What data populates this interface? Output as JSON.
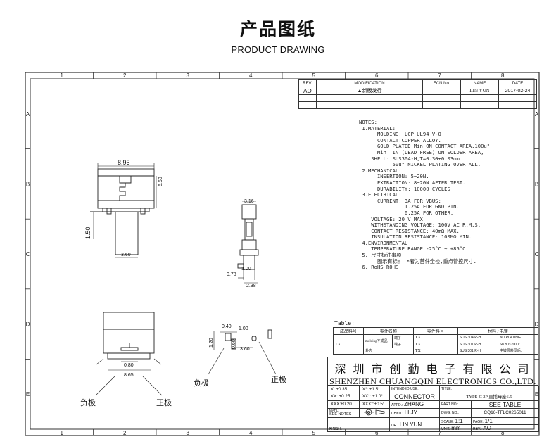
{
  "header": {
    "title_cn": "产品图纸",
    "title_en": "PRODUCT DRAWING"
  },
  "border": {
    "col_markers": [
      "1",
      "2",
      "3",
      "4",
      "5",
      "6",
      "7",
      "8"
    ],
    "row_markers": [
      "A",
      "B",
      "C",
      "D",
      "E"
    ]
  },
  "revision": {
    "headers": [
      "REV.",
      "MODIFICATION",
      "ECN No.",
      "NAME",
      "DATE"
    ],
    "rows": [
      [
        "AO",
        "▲新版发行",
        "",
        "LIN YUN",
        "2017-02-24"
      ]
    ]
  },
  "dims": {
    "top_width": "8.95",
    "top_height": "6.50",
    "left_150": "1.50",
    "top_360": "3.60",
    "side_316": "3.16",
    "side_078": "0.78",
    "side_100": "1.00",
    "side_238": "2.38",
    "bottom_080": "0.80",
    "bottom_865": "8.65",
    "pad_040": "0.40",
    "pad_100": "1.00",
    "pad_120": "1.20",
    "pad_060": "0.60",
    "pad_360": "3.60"
  },
  "labels": {
    "neg_left": "负极",
    "pos_left": "正极",
    "neg_right": "负极",
    "pos_right": "正极"
  },
  "notes": [
    "NOTES:",
    " 1.MATERIAL:",
    "      MOLDING: LCP UL94 V-0",
    "      CONTACT:COPPER ALLOY.",
    "      GOLD PLATED Min ON CONTACT AREA,100u\"",
    "      Min TIN (LEAD FREE) ON SOLDER AREA,",
    "    SHELL: SUS304-H,T=0.30±0.03mm",
    "           50u\" NICKEL PLATING OVER ALL.",
    " 2.MECHANICAL:",
    "      INSERTION: 5~20N.",
    "      EXTRACTION: 8~20N AFTER TEST.",
    "      DURABILITY: 10000 CYCLES",
    " 3.ELECTRICAL:",
    "      CURRENT: 3A FOR VBUS;",
    "               1.25A FOR GND PIN.",
    "               0.25A FOR OTHER.",
    "    VOLTAGE: 20 V MAX",
    "    WITHSTANDING VOLTAGE: 100V AC R.M.S.",
    "    CONTACT RESISTANCE: 40mΩ MAX.",
    "    INSULATION RESISTANCE: 100MΩ MIN.",
    " 4.ENVIRONMENTAL",
    "    TEMPERATURE RANGE -25°C ~ +85°C",
    " 5. 尺寸标注事项:",
    "      图示有标◎  *者为首件全检,重点管控尺寸.",
    " 6. RoHS ROHS"
  ],
  "materials": {
    "table_label": "Table:",
    "headers": [
      "成品料号",
      "零件名称",
      "零件料号",
      "材料 / 电镀"
    ],
    "part_no": "TX",
    "rows": [
      [
        "molding不成品",
        "端子",
        "TX",
        "SUS 304 R-H",
        "NO PLATING"
      ],
      [
        "",
        "端子",
        "TX",
        "SUS 301 R-H",
        "Sn 80~200u\"."
      ],
      [
        "",
        "外壳",
        "TX",
        "SUS 301 R-H",
        "电镀层料厚后."
      ]
    ]
  },
  "company": {
    "cn": "深 圳 市 创 勤 电 子 有 限 公 司",
    "en": "SHENZHEN CHUANGQIN ELECTRONICS CO.,LTD."
  },
  "titleblock": {
    "tol1": ".X:  ±0.35",
    "tol1b": ".X°:  ±1.5°",
    "tol2": ".XX:  ±0.25",
    "tol2b": ".XX°:  ±1.0°",
    "tol3": ".XXX:±0.20",
    "tol3b": ".XXX°:±0.5°",
    "mat_label": "MAT'L:",
    "mat_value": "SEE NOTES",
    "finish_label": "FINISH:",
    "intended_label": "INTENDED USE:",
    "intended_value": "CONNECTOR",
    "appd_label": "APPD.:",
    "appd_value": "ZHANG",
    "chkd_label": "CHKD.:",
    "chkd_value": "LI JY",
    "dr_label": "DR.:",
    "dr_value": "LIN YUN",
    "title_label": "TITLE:",
    "title_value": "TYPE-C 2P 直插母座6.5",
    "partno_label": "PART NO.:",
    "partno_value": "SEE TABLE",
    "dwg_label": "DWG. NO.:",
    "dwg_value": "CQ16-TFLC0265011",
    "scale_label": "SCALE:",
    "scale_value": "1:1",
    "page_label": "PAGE:",
    "page_value": "1/1",
    "unit_label": "UNIT:",
    "unit_value": "mm",
    "rev_label": "REV.:",
    "rev_value": "AO"
  }
}
